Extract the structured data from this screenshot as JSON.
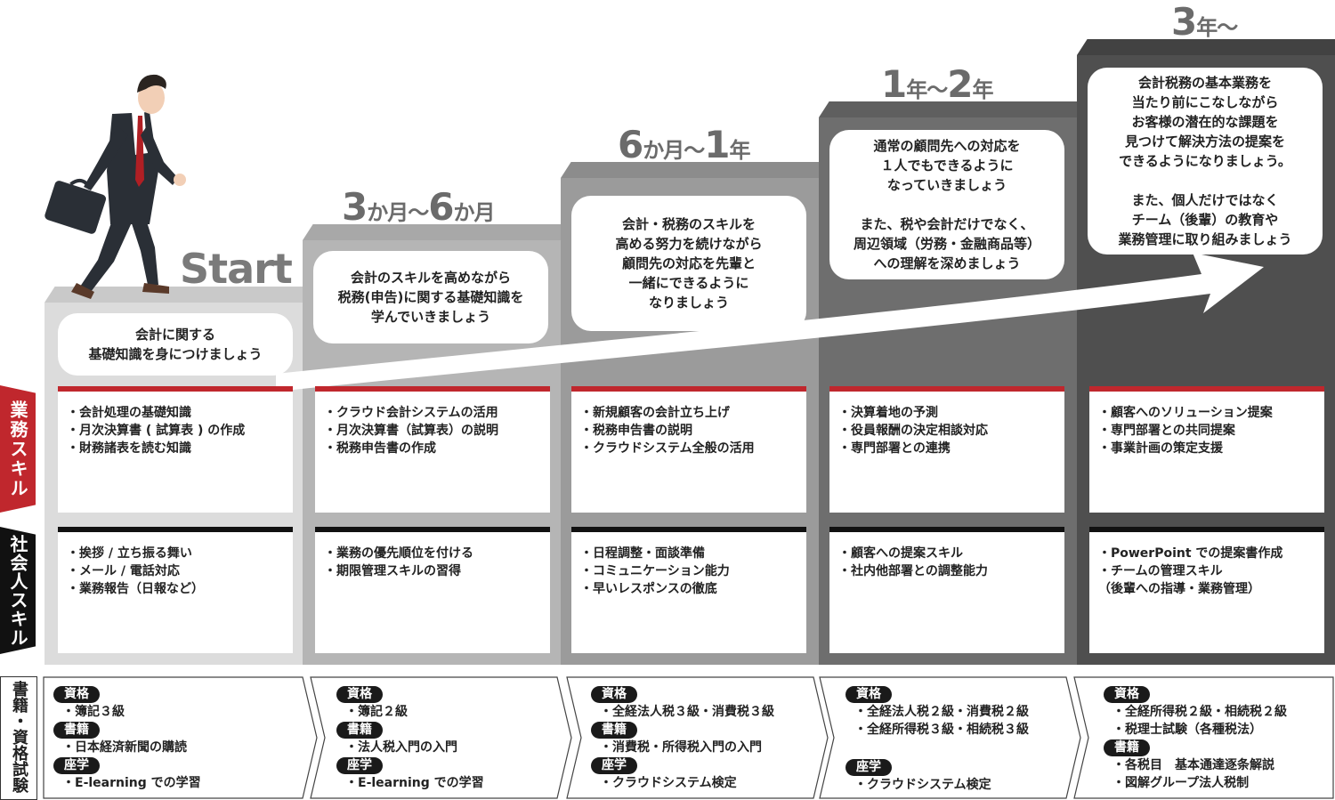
{
  "start_label": "Start",
  "colors": {
    "accent_red": "#c0272d",
    "dark": "#111111",
    "step1": "#dcdcdc",
    "step2": "#b5b5b5",
    "step3": "#9b9b9b",
    "step4": "#6e6e6e",
    "step5": "#4f4f4f"
  },
  "side_labels": {
    "business_skills": "業務スキル",
    "social_skills": "社会人スキル",
    "books_certs": "書籍・資格試験"
  },
  "stages": [
    {
      "period_big_1": "",
      "period_small_1": "",
      "period_big_2": "",
      "period_small_2": "",
      "message": "会計に関する\n基礎知識を身につけましょう",
      "business": [
        "・会計処理の基礎知識",
        "・月次決算書 ( 試算表 ) の作成",
        "・財務諸表を読む知識"
      ],
      "social": [
        "・挨拶 / 立ち振る舞い",
        "・メール / 電話対応",
        "・業務報告（日報など）"
      ]
    },
    {
      "period_big_1": "3",
      "period_small_1": "か月",
      "period_tilde": "～",
      "period_big_2": "6",
      "period_small_2": "か月",
      "message": "会計のスキルを高めながら\n税務(申告)に関する基礎知識を\n学んでいきましょう",
      "business": [
        "・クラウド会計システムの活用",
        "・月次決算書（試算表）の説明",
        "・税務申告書の作成"
      ],
      "social": [
        "・業務の優先順位を付ける",
        "・期限管理スキルの習得"
      ]
    },
    {
      "period_big_1": "6",
      "period_small_1": "か月",
      "period_tilde": "～",
      "period_big_2": "1",
      "period_small_2": "年",
      "message": "会計・税務のスキルを\n高める努力を続けながら\n顧問先の対応を先輩と\n一緒にできるように\nなりましょう",
      "business": [
        "・新規顧客の会計立ち上げ",
        "・税務申告書の説明",
        "・クラウドシステム全般の活用"
      ],
      "social": [
        "・日程調整・面談準備",
        "・コミュニケーション能力",
        "・早いレスポンスの徹底"
      ]
    },
    {
      "period_big_1": "1",
      "period_small_1": "年",
      "period_tilde": "～",
      "period_big_2": "2",
      "period_small_2": "年",
      "message": "通常の顧問先への対応を\n１人でもできるように\nなっていきましょう\n\nまた、税や会計だけでなく、\n周辺領域（労務・金融商品等）\nへの理解を深めましょう",
      "business": [
        "・決算着地の予測",
        "・役員報酬の決定相談対応",
        "・専門部署との連携"
      ],
      "social": [
        "・顧客への提案スキル",
        "・社内他部署との調整能力"
      ]
    },
    {
      "period_big_1": "3",
      "period_small_1": "年～",
      "period_tilde": "",
      "period_big_2": "",
      "period_small_2": "",
      "message": "会計税務の基本業務を\n当たり前にこなしながら\nお客様の潜在的な課題を\n見つけて解決方法の提案を\nできるようになりましょう。\n\nまた、個人だけではなく\nチーム（後輩）の教育や\n業務管理に取り組みましょう",
      "business": [
        "・顧客へのソリューション提案",
        "・専門部署との共同提案",
        "・事業計画の策定支援"
      ],
      "social": [
        "・PowerPoint での提案書作成",
        "・チームの管理スキル",
        "（後輩への指導・業務管理）"
      ]
    }
  ],
  "books": [
    {
      "groups": [
        {
          "tag": "資格",
          "items": [
            "・簿記３級"
          ]
        },
        {
          "tag": "書籍",
          "items": [
            "・日本経済新聞の購読"
          ]
        },
        {
          "tag": "座学",
          "items": [
            "・E-learning での学習"
          ]
        }
      ]
    },
    {
      "groups": [
        {
          "tag": "資格",
          "items": [
            "・簿記２級"
          ]
        },
        {
          "tag": "書籍",
          "items": [
            "・法人税入門の入門"
          ]
        },
        {
          "tag": "座学",
          "items": [
            "・E-learning での学習"
          ]
        }
      ]
    },
    {
      "groups": [
        {
          "tag": "資格",
          "items": [
            "・全経法人税３級・消費税３級"
          ]
        },
        {
          "tag": "書籍",
          "items": [
            "・消費税・所得税入門の入門"
          ]
        },
        {
          "tag": "座学",
          "items": [
            "・クラウドシステム検定"
          ]
        }
      ]
    },
    {
      "groups": [
        {
          "tag": "資格",
          "items": [
            "・全経法人税２級・消費税２級",
            "・全経所得税３級・相続税３級"
          ]
        },
        {
          "tag": "座学",
          "items": [
            "・クラウドシステム検定"
          ]
        }
      ]
    },
    {
      "groups": [
        {
          "tag": "資格",
          "items": [
            "・全経所得税２級・相続税２級",
            "・税理士試験（各種税法）"
          ]
        },
        {
          "tag": "書籍",
          "items": [
            "・各税目　基本通達逐条解説",
            "・図解グループ法人税制"
          ]
        }
      ]
    }
  ]
}
